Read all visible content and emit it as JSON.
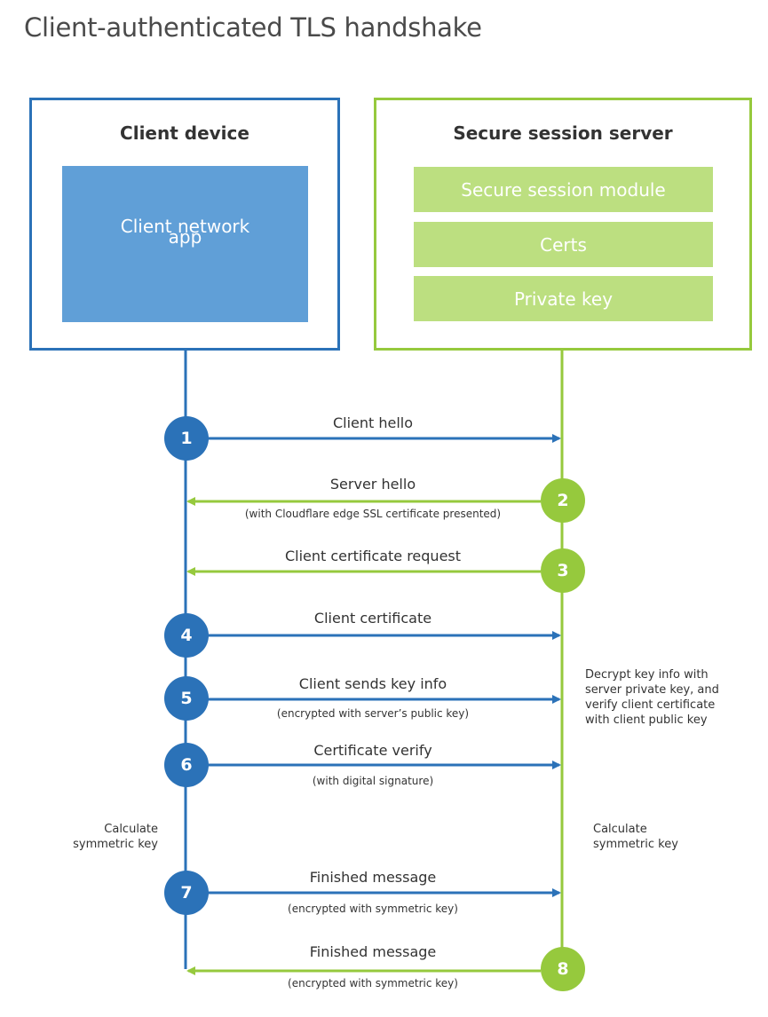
{
  "title": "Client-authenticated TLS handshake",
  "client": {
    "title": "Client device",
    "app_line1": "Client network",
    "app_line2": "app"
  },
  "server": {
    "title": "Secure session server",
    "modules": [
      "Secure session module",
      "Certs",
      "Private key"
    ]
  },
  "colors": {
    "client": "#2b72b8",
    "client_app": "#609fd7",
    "server": "#96c93d",
    "server_module": "#bcdf80"
  },
  "steps": [
    {
      "num": "1",
      "side": "client",
      "label": "Client hello",
      "sub": ""
    },
    {
      "num": "2",
      "side": "server",
      "label": "Server hello",
      "sub": "(with Cloudflare edge SSL certificate presented)"
    },
    {
      "num": "3",
      "side": "server",
      "label": "Client certificate request",
      "sub": ""
    },
    {
      "num": "4",
      "side": "client",
      "label": "Client certificate",
      "sub": ""
    },
    {
      "num": "5",
      "side": "client",
      "label": "Client sends key info",
      "sub": "(encrypted with server’s public key)"
    },
    {
      "num": "6",
      "side": "client",
      "label": "Certificate verify",
      "sub": "(with digital signature)"
    },
    {
      "num": "7",
      "side": "client",
      "label": "Finished message",
      "sub": "(encrypted with symmetric key)"
    },
    {
      "num": "8",
      "side": "server",
      "label": "Finished message",
      "sub": "(encrypted with symmetric key)"
    }
  ],
  "notes": {
    "server_decrypt": [
      "Decrypt key info with",
      "server private key, and",
      "verify client certificate",
      "with client public key"
    ],
    "client_calc": [
      "Calculate",
      "symmetric key"
    ],
    "server_calc": [
      "Calculate",
      "symmetric key"
    ]
  }
}
